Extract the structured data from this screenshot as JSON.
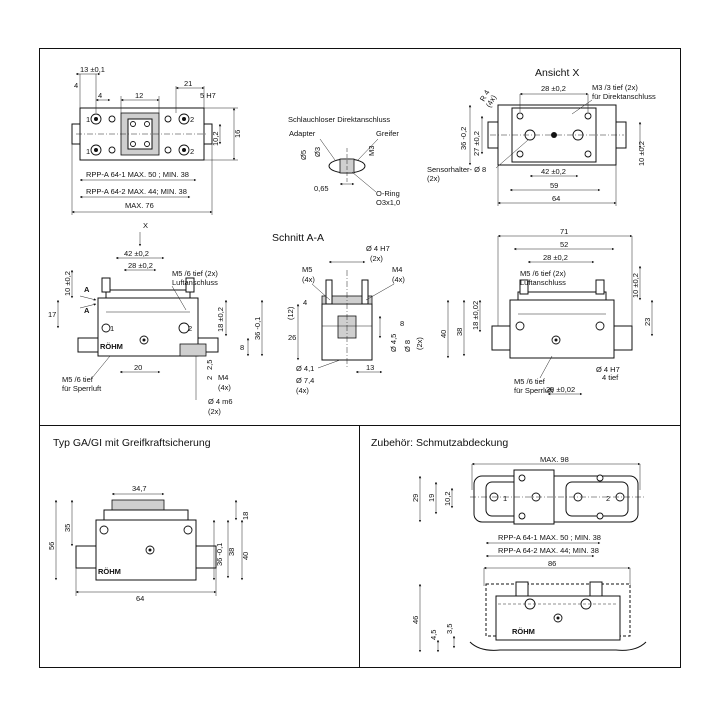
{
  "top": {
    "left_view": {
      "dims": [
        "13 ±0,1",
        "4",
        "4",
        "12",
        "21",
        "5 H7",
        "10,2",
        "16"
      ],
      "notes": [
        "RPP-A 64-1 MAX. 50 ; MIN. 38",
        "RPP-A 64-2 MAX. 44; MIN. 38",
        "MAX. 76"
      ],
      "marks": [
        "1",
        "2",
        "1",
        "2"
      ]
    },
    "detail": {
      "title": "Schlauchloser Direktanschluss",
      "labels": [
        "Adapter",
        "Greifer",
        "Ø5",
        "Ø3",
        "M3",
        "0,65",
        "O-Ring",
        "O3x1,0"
      ]
    },
    "ansicht_x": {
      "title": "Ansicht X",
      "dims": [
        "28 ±0,2",
        "R 4",
        "(4x)",
        "36 -0,2",
        "27 ±0,2",
        "42 ±0,2",
        "59",
        "64",
        "10 ±0,2"
      ],
      "notes": [
        "M3 /3 tief (2x)",
        "für Direktanschluss",
        "Sensorhalter- Ø 8",
        "(2x)"
      ]
    }
  },
  "middle": {
    "front": {
      "x_marker": "X",
      "section_marks": [
        "A",
        "A"
      ],
      "dims": [
        "42 ±0,2",
        "28 ±0,2",
        "10 ±0,2",
        "17",
        "18 ±0,2",
        "36 -0,1",
        "8",
        "20",
        "2,5",
        "2"
      ],
      "notes": [
        "M5 /6 tief (2x)",
        "Luftanschluss",
        "M5 /6 tief",
        "für Sperrluft",
        "M4",
        "(4x)",
        "Ø 4 m6",
        "(2x)"
      ],
      "marks": [
        "1",
        "2"
      ],
      "brand": "RÖHM"
    },
    "section": {
      "title": "Schnitt A-A",
      "dims": [
        "Ø 4 H7",
        "(2x)",
        "M5",
        "(4x)",
        "M4",
        "(4x)",
        "4",
        "(12)",
        "26",
        "8",
        "Ø 4,5",
        "Ø 8",
        "(2x)",
        "Ø 4,1",
        "Ø 7,4",
        "(4x)",
        "13"
      ]
    },
    "side": {
      "dims": [
        "71",
        "52",
        "28 ±0,2",
        "10 ±0,2",
        "40",
        "38",
        "18 ±0,02",
        "23",
        "20 ±0,02"
      ],
      "notes": [
        "M5 /6 tief (2x)",
        "Luftanschluss",
        "M5 /6 tief",
        "für Sperrluft",
        "Ø 4 H7",
        "4 tief"
      ]
    }
  },
  "bottom_left": {
    "title": "Typ GA/GI mit Greifkraftsicherung",
    "dims": [
      "34,7",
      "35",
      "56",
      "18",
      "36 -0,1",
      "38",
      "40",
      "64"
    ],
    "brand": "RÖHM"
  },
  "bottom_right": {
    "title": "Zubehör: Schmutzabdeckung",
    "dims": [
      "MAX. 98",
      "29",
      "19",
      "10,2",
      "86",
      "46",
      "4,5",
      "3,5"
    ],
    "notes": [
      "RPP-A 64-1 MAX. 50 ; MIN. 38",
      "RPP-A 64-2 MAX. 44; MIN. 38"
    ],
    "marks": [
      "1",
      "2"
    ],
    "brand": "RÖHM"
  }
}
